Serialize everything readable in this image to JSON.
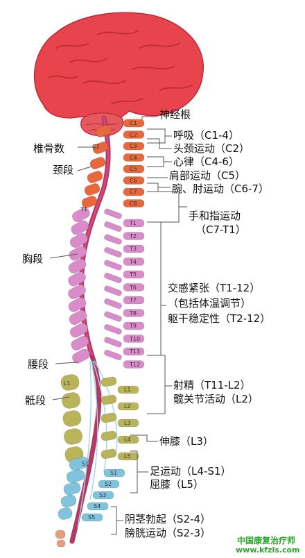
{
  "title": "神经根",
  "colors": {
    "brain": "#e8444d",
    "cord": "#b03a63",
    "cervical": "#e8673b",
    "thoracic": "#d98cc9",
    "lumbar": "#b9b45a",
    "sacral": "#7fc3dc",
    "coccyx": "#e2a07a",
    "line": "#555555",
    "watermark": "#2aa52a"
  },
  "left_labels": {
    "vertebra": "椎骨数",
    "cervical": "颈段",
    "thoracic": "胸段",
    "lumbar": "腰段",
    "sacral": "骶段"
  },
  "segment_labels": {
    "c2_vertebra": "C2",
    "t1_vertebra": "T1",
    "l1_vertebra": "L1",
    "s1_vertebra": "S1",
    "nerves": [
      "C1",
      "C2",
      "C3",
      "C4",
      "C5",
      "C6",
      "C7",
      "C8",
      "T1",
      "T2",
      "T3",
      "T4",
      "T5",
      "T6",
      "T7",
      "T8",
      "T9",
      "T10",
      "T11",
      "T12",
      "L1",
      "L2",
      "L3",
      "L4",
      "L5",
      "S1",
      "S2",
      "S3",
      "S4",
      "S5"
    ]
  },
  "functions": {
    "breathing": "呼吸（C1-4）",
    "head_neck": "头颈运动（C2）",
    "heart_rhythm": "心律（C4-6）",
    "shoulder": "肩部运动（C5）",
    "wrist_elbow": "腕、肘运动（C6-7）",
    "hand_finger_1": "手和指运动",
    "hand_finger_2": "（C7-T1）",
    "sympathetic_1": "交感紧张（T1-12）",
    "sympathetic_2": "（包括体温调节）",
    "trunk": "躯干稳定性（T2-12）",
    "ejaculation": "射精（T11-L2）",
    "hip": "髋关节活动（L2）",
    "knee_ext": "伸膝（L3）",
    "foot": "足运动（L4-S1）",
    "knee_flex": "屈膝（L5）",
    "erection": "阴茎勃起（S2-4）",
    "bladder": "膀胱运动（S2-3）"
  },
  "watermark": {
    "line1": "中国康复治疗师",
    "line2": "www.kfzls.com"
  }
}
